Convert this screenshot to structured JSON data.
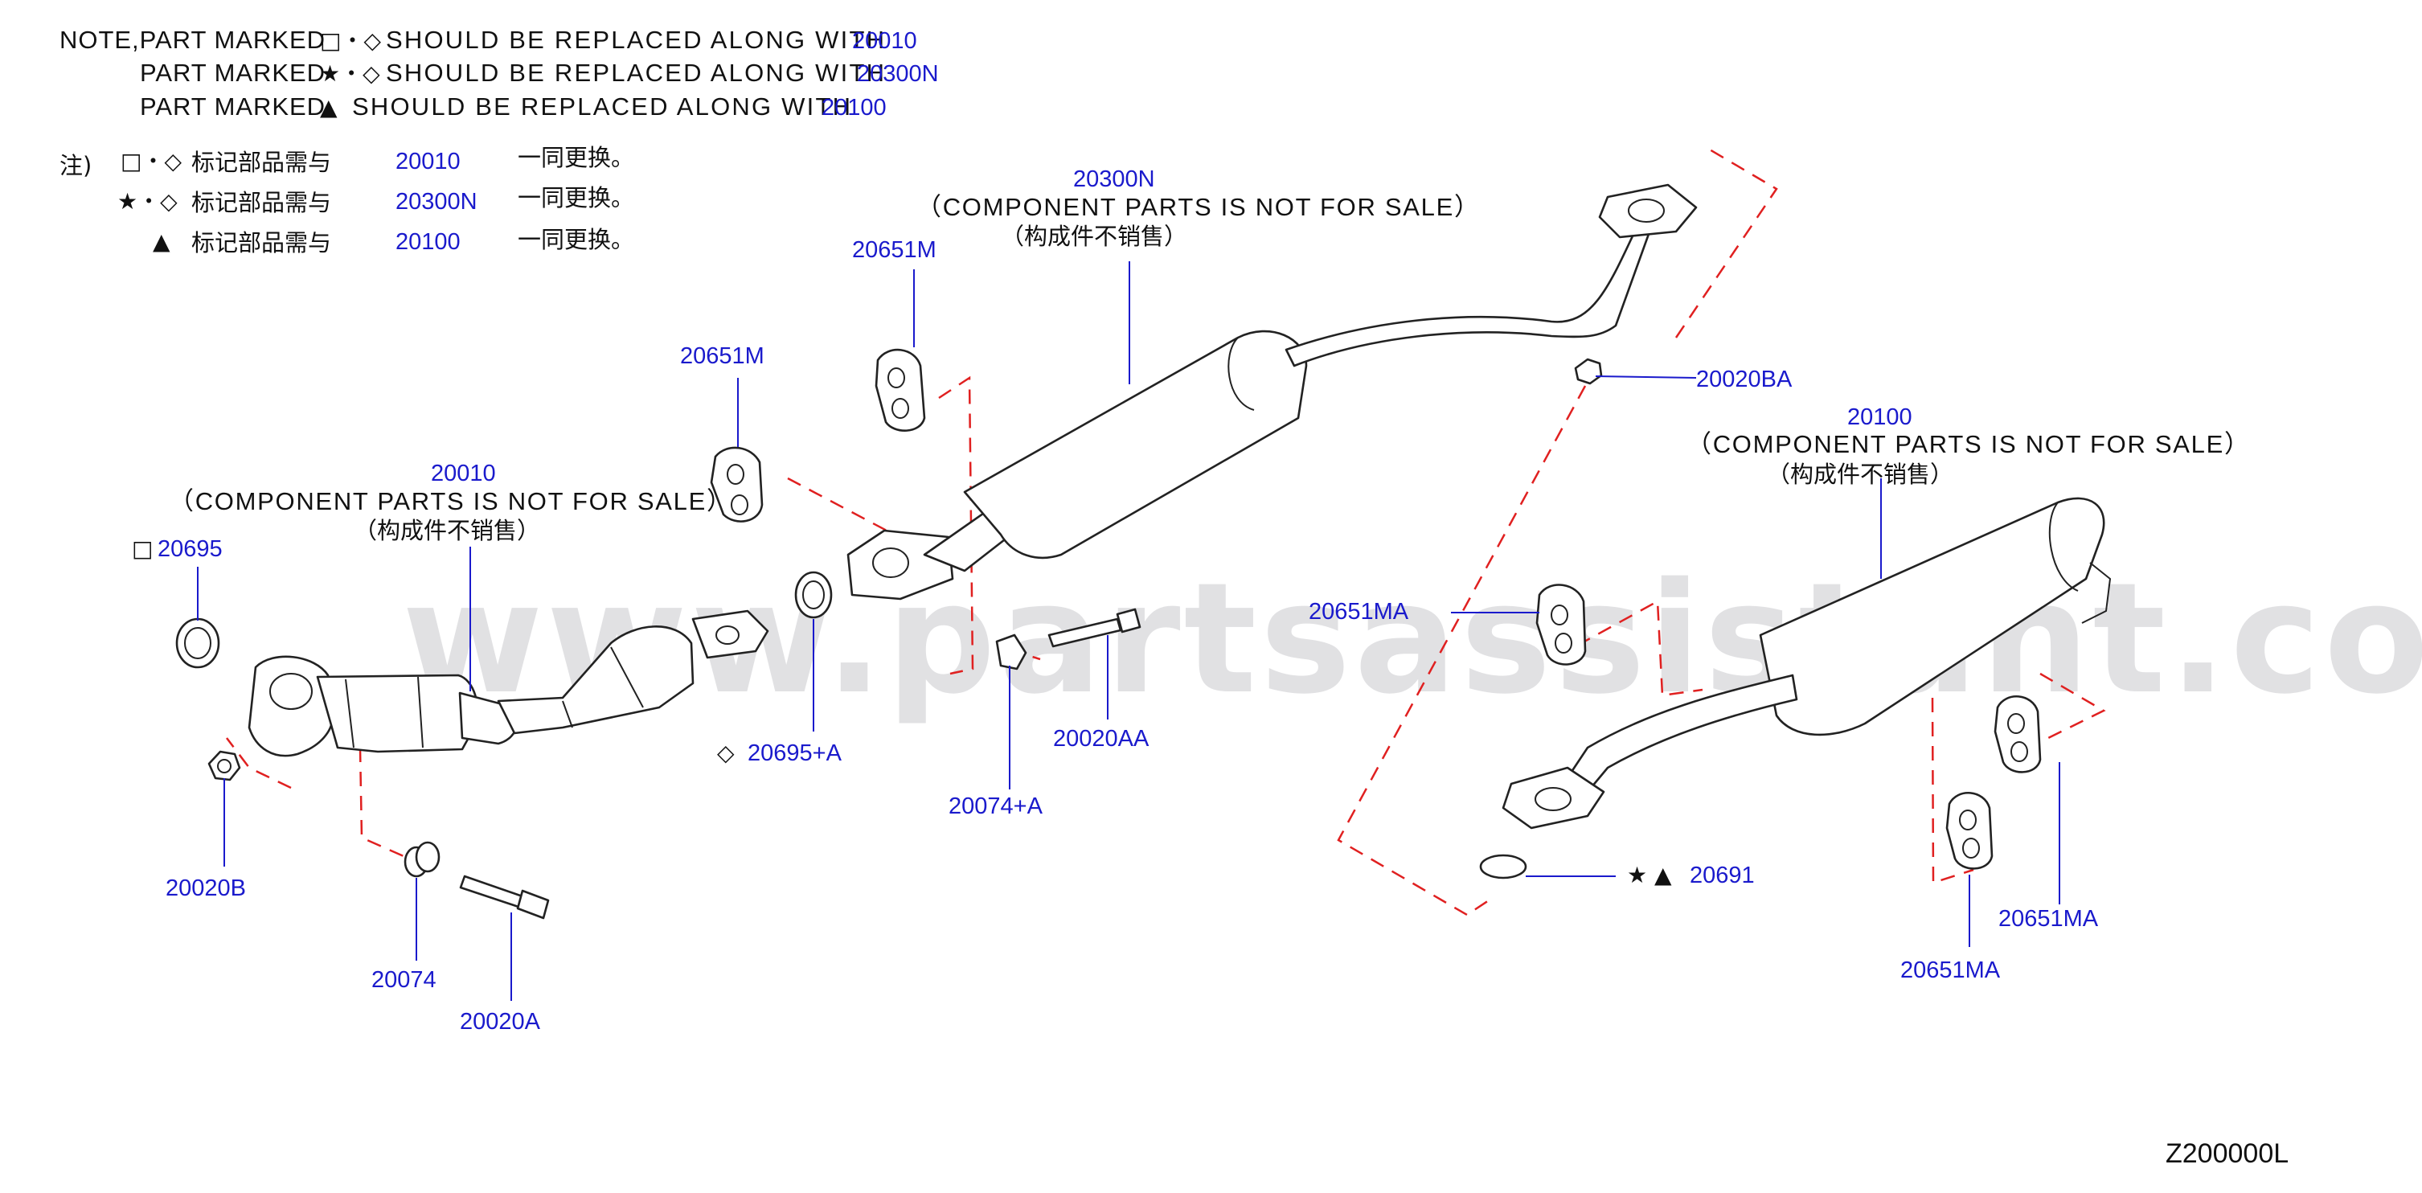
{
  "note_en": {
    "lines": [
      {
        "prefix": "NOTE,PART MARKED",
        "symbols": "□・◇",
        "text": "SHOULD BE REPLACED ALONG WITH",
        "ref": "20010"
      },
      {
        "prefix": "PART MARKED",
        "symbols": "★・◇",
        "text": "SHOULD BE REPLACED ALONG WITH",
        "ref": "20300N"
      },
      {
        "prefix": "PART MARKED",
        "symbols": "▲",
        "text": "SHOULD BE REPLACED ALONG WITH",
        "ref": "20100"
      }
    ]
  },
  "note_cn": {
    "marker": "注)",
    "lines": [
      {
        "symbols": "□・◇",
        "text": "标记部品需与",
        "ref": "20010",
        "suffix": "一同更换。"
      },
      {
        "symbols": "★・◇",
        "text": "标记部品需与",
        "ref": "20300N",
        "suffix": "一同更换。"
      },
      {
        "symbols": "▲",
        "text": "标记部品需与",
        "ref": "20100",
        "suffix": "一同更换。"
      }
    ]
  },
  "groups": {
    "front": {
      "number": "20010",
      "en": "（COMPONENT PARTS IS NOT FOR SALE）",
      "cn": "（构成件不销售）"
    },
    "center": {
      "number": "20300N",
      "en": "（COMPONENT PARTS IS NOT FOR SALE）",
      "cn": "（构成件不销售）"
    },
    "rear": {
      "number": "20100",
      "en": "（COMPONENT PARTS IS NOT FOR SALE）",
      "cn": "（构成件不销售）"
    }
  },
  "labels": {
    "l20695": {
      "symbol": "□",
      "number": "20695"
    },
    "l20020B": "20020B",
    "l20074": "20074",
    "l20020A": "20020A",
    "l20695A": {
      "symbol": "◇",
      "number": "20695+A"
    },
    "l20651M_left": "20651M",
    "l20651M_top": "20651M",
    "l20074A": "20074+A",
    "l20020AA": "20020AA",
    "l20020BA": "20020BA",
    "l20651MA_left": "20651MA",
    "l20651MA_right": "20651MA",
    "l20651MA_bottom": "20651MA",
    "l20691": {
      "symbol": "★ ▲",
      "number": "20691"
    }
  },
  "watermark": "www.partsassistant.com",
  "diagram_code": "Z200000L",
  "colors": {
    "label_blue": "#1a1acc",
    "dash_red": "#e02020",
    "line_dark": "#222222"
  }
}
